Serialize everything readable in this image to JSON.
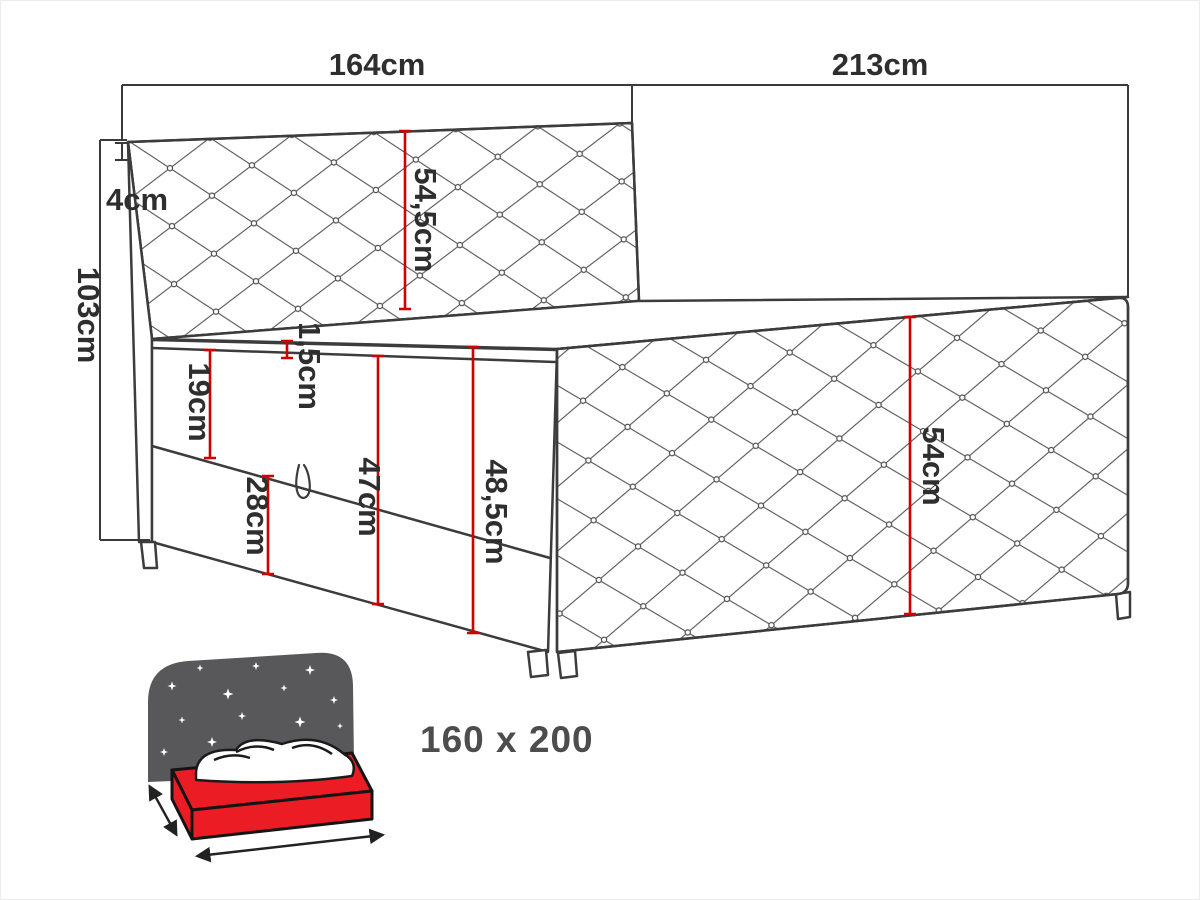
{
  "diagram": {
    "name": "upholstered-bed-dimension-diagram",
    "top_dimensions": {
      "headboard_width": "164cm",
      "side_length": "213cm"
    },
    "left_dimensions": {
      "top_frame": "4cm",
      "total_height": "103cm"
    },
    "part_dimensions": {
      "headboard_panel_height": "54,5cm",
      "mattress_lip": "1,5cm",
      "upper_section": "19cm",
      "drawer_section": "28cm",
      "base_height": "47cm",
      "base_with_lip": "48,5cm",
      "side_panel_height": "54cm"
    },
    "mattress_size_label": "160 x 200",
    "colors": {
      "outline": "#3c3c3c",
      "dimension_line": "#d10000",
      "label_text": "#2e2e2e",
      "icon_mattress_red": "#ec1c24",
      "icon_headboard_gray": "#58585a",
      "size_text": "#4d4d4d"
    }
  }
}
